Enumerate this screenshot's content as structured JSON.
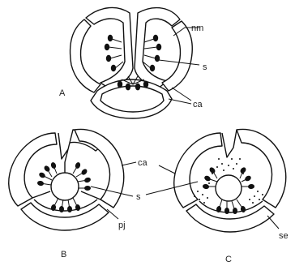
{
  "labels": {
    "nm": "nm",
    "s_a": "s",
    "s_b": "s",
    "ca_a": "ca",
    "ca_b": "ca",
    "pj": "pj",
    "se": "se",
    "fig_a": "A",
    "fig_b": "B",
    "fig_c": "C"
  },
  "colors": {
    "ink": "#111111",
    "background": "#ffffff"
  }
}
